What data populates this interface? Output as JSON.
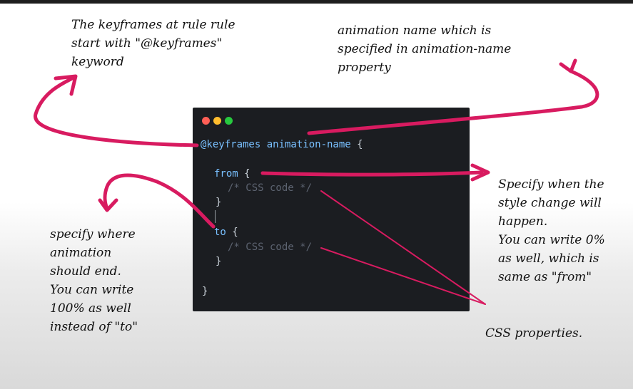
{
  "notes": {
    "keyframes_rule": "The keyframes at rule rule\nstart with \"@keyframes\"\nkeyword",
    "animation_name": "animation name which is\nspecified in animation-name\nproperty",
    "from_note": "Specify when the\nstyle change will\nhappen.\nYou can write 0%\nas well, which is\nsame as \"from\"",
    "to_note": "specify where\nanimation\nshould end.\nYou can write\n100% as well\ninstead of \"to\"",
    "css_properties": "CSS properties."
  },
  "code": {
    "line1_keyword": "@keyframes animation-name",
    "line1_brace": " {",
    "from_keyword": "from",
    "from_brace": " {",
    "comment1": "/* CSS code */",
    "close1": "}",
    "to_keyword": "to",
    "to_brace": " {",
    "comment2": "/* CSS code */",
    "close2": "}",
    "close_main": "}"
  },
  "colors": {
    "arrow": "#d81b60",
    "dot_red": "#ff5f56",
    "dot_yellow": "#ffbd2e",
    "dot_green": "#27c93f",
    "code_bg": "#1b1d21"
  }
}
